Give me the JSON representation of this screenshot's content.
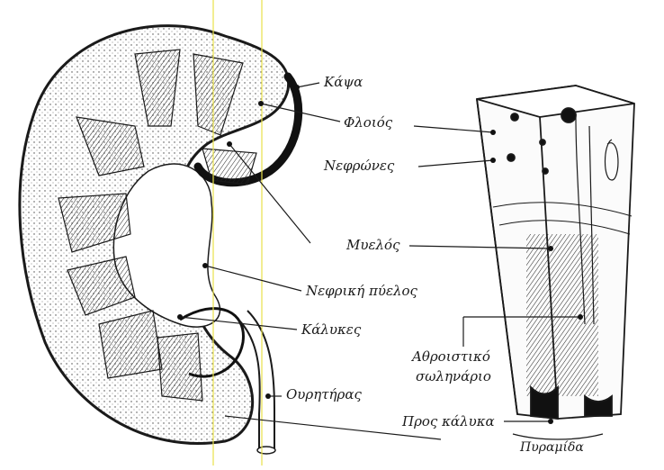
{
  "labels": {
    "capsule": "Κάψα",
    "cortex": "Φλοιός",
    "nephrons": "Νεφρώνες",
    "medulla": "Μυελός",
    "renal_pelvis": "Νεφρική πύελος",
    "calyces": "Κάλυκες",
    "ureter": "Ουρητήρας",
    "collecting_duct_line1": "Αθροιστικό",
    "collecting_duct_line2": "σωληνάριο",
    "to_calyx": "Προς κάλυκα",
    "pyramid": "Πυραμίδα"
  },
  "colors": {
    "ink": "#1a1a1a",
    "guide_line_yellow": "#e8e14a",
    "guide_line_pink": "#c0508a"
  }
}
